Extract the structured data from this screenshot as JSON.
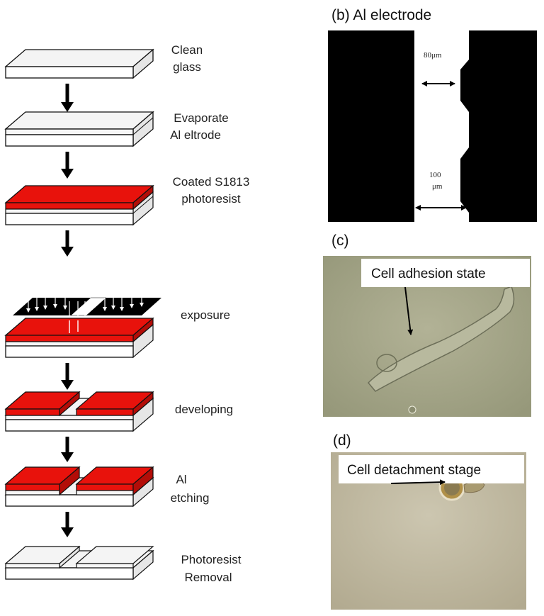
{
  "process_steps": [
    {
      "line1": "Clean",
      "line2": "glass"
    },
    {
      "line1": "Evaporate",
      "line2": "Al eltrode"
    },
    {
      "line1": "Coated S1813",
      "line2": "photoresist"
    },
    {
      "line1": "exposure",
      "line2": ""
    },
    {
      "line1": "developing",
      "line2": ""
    },
    {
      "line1": "Al",
      "line2": "etching"
    },
    {
      "line1": "Photoresist",
      "line2": "Removal"
    }
  ],
  "panel_b": {
    "title": "(b) Al electrode",
    "dim_top": "80μm",
    "dim_bottom_1": "100",
    "dim_bottom_2": "μm"
  },
  "panel_c": {
    "title": "(c)",
    "callout": "Cell adhesion state"
  },
  "panel_d": {
    "title": "(d)",
    "callout": "Cell detachment stage"
  },
  "colors": {
    "photoresist": "#e8120c",
    "photoresist_side": "#b30d08",
    "glass_top": "#f4f4f4",
    "electrode": "#000000",
    "micrograph_c": "#a8a888",
    "micrograph_d": "#c4bca4"
  }
}
